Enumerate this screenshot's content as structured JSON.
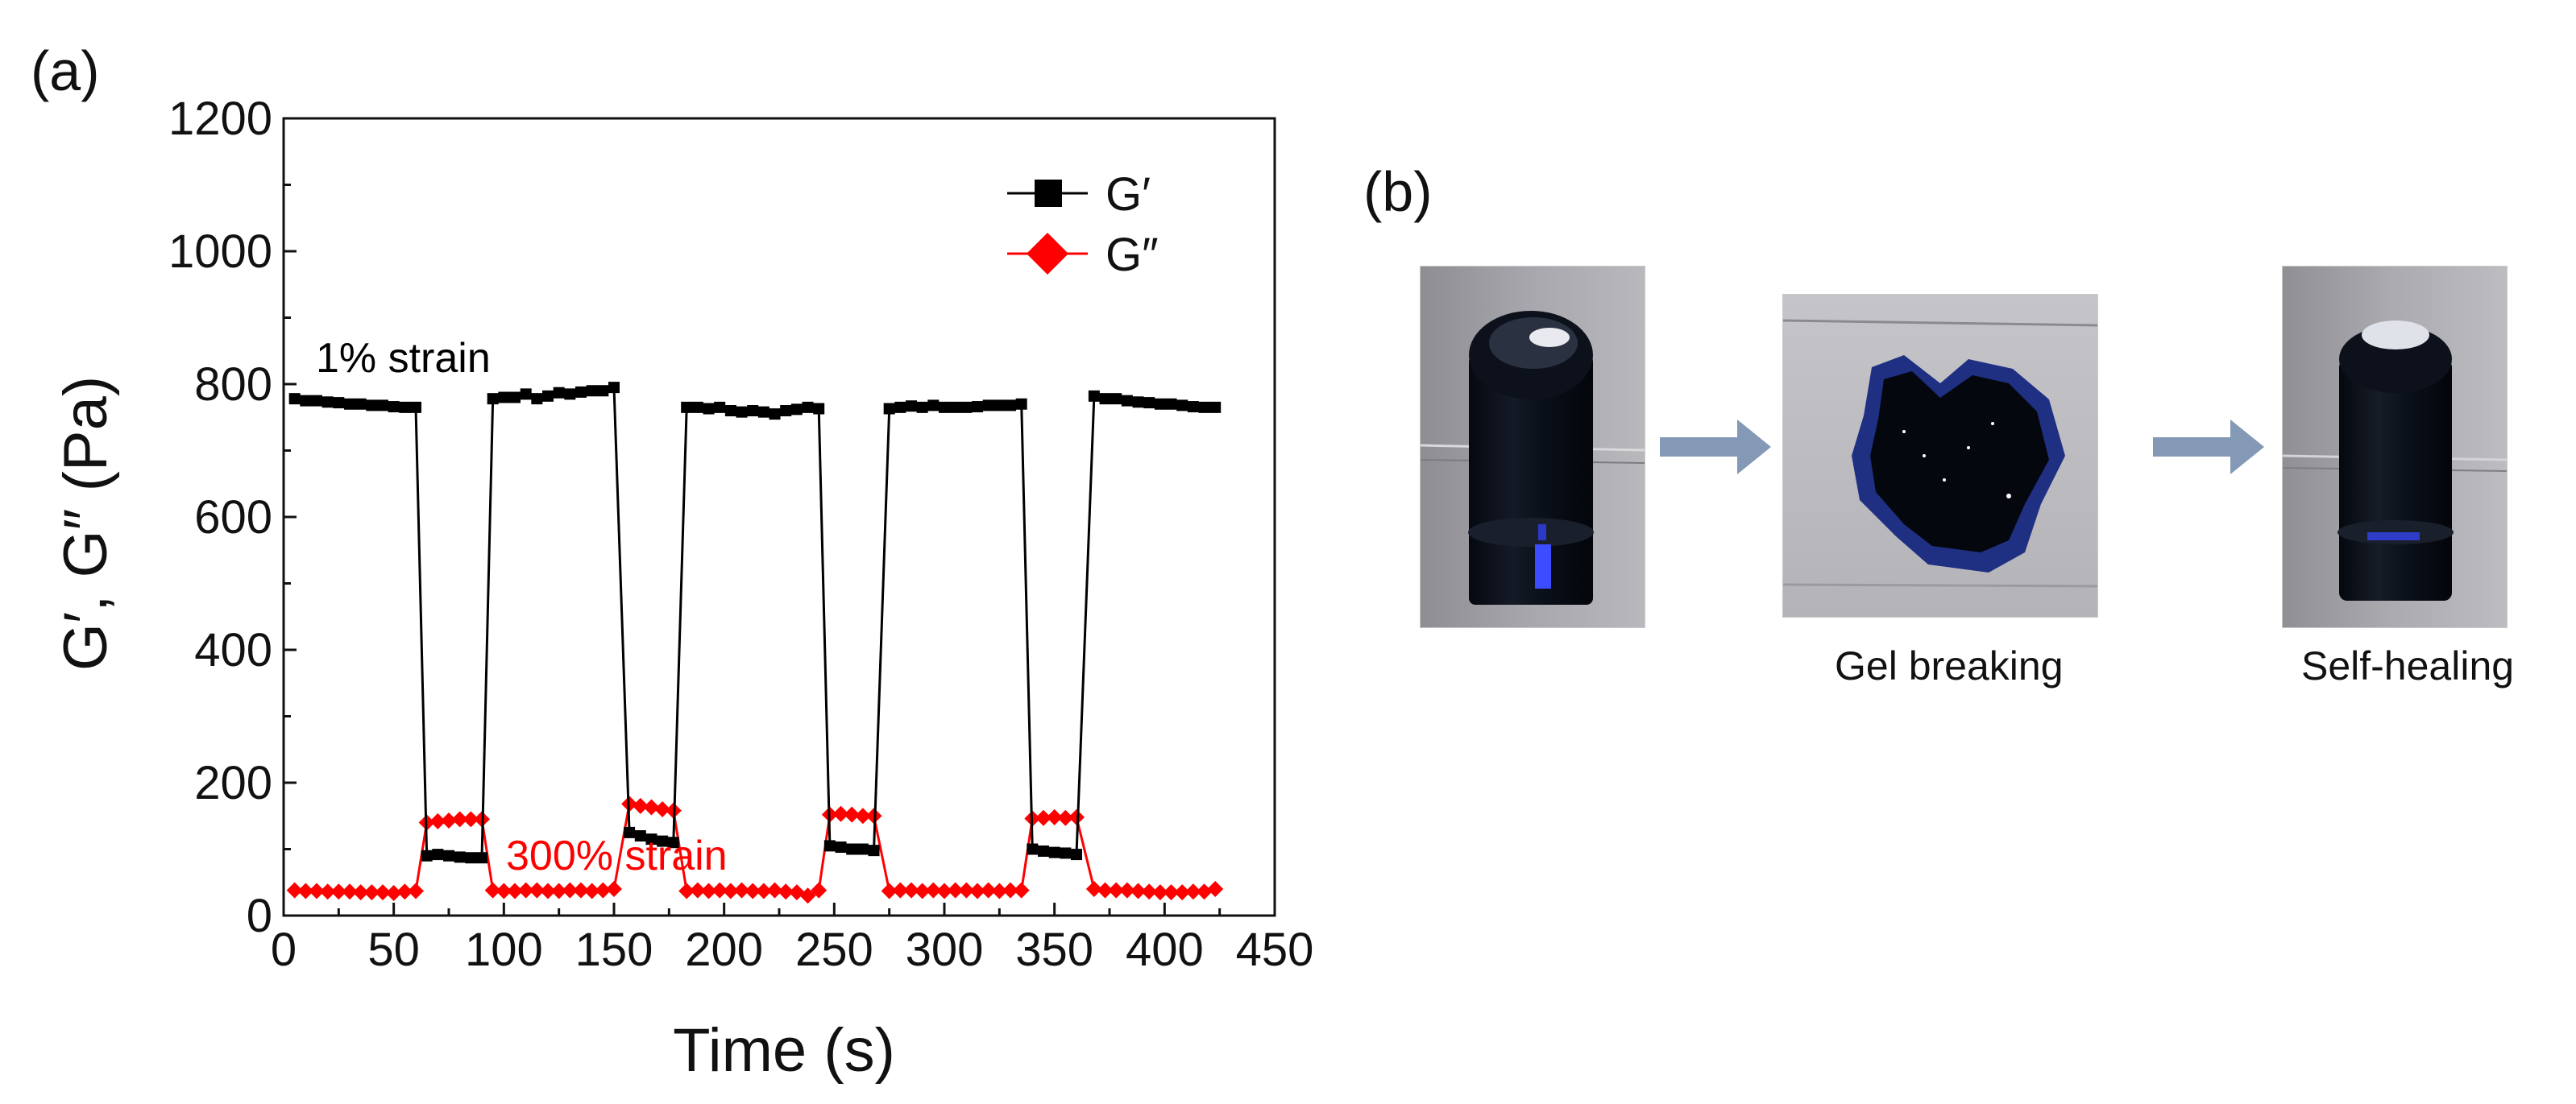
{
  "panels": {
    "a_label": "(a)",
    "b_label": "(b)"
  },
  "chart_data": {
    "type": "line",
    "xlabel": "Time (s)",
    "ylabel": "G′, G″ (Pa)",
    "xlim": [
      0,
      450
    ],
    "ylim": [
      0,
      1200
    ],
    "xticks": [
      0,
      50,
      100,
      150,
      200,
      250,
      300,
      350,
      400,
      450
    ],
    "yticks": [
      0,
      200,
      400,
      600,
      800,
      1000,
      1200
    ],
    "legend_position": "top-right",
    "grid": false,
    "annotations": [
      {
        "text": "1% strain",
        "color": "#000000"
      },
      {
        "text": "300% strain",
        "color": "#ff0000"
      }
    ],
    "series": [
      {
        "name": "G′",
        "color": "#000000",
        "marker": "square",
        "x": [
          5,
          10,
          15,
          20,
          25,
          30,
          35,
          40,
          45,
          50,
          55,
          60,
          65,
          70,
          75,
          80,
          85,
          90,
          95,
          100,
          105,
          110,
          115,
          120,
          125,
          130,
          135,
          140,
          145,
          150,
          157,
          162,
          167,
          172,
          177,
          183,
          188,
          193,
          198,
          203,
          208,
          213,
          218,
          223,
          228,
          233,
          238,
          243,
          248,
          253,
          258,
          263,
          268,
          275,
          280,
          285,
          290,
          295,
          300,
          305,
          310,
          315,
          320,
          325,
          330,
          335,
          340,
          345,
          350,
          355,
          360,
          368,
          373,
          378,
          383,
          388,
          393,
          398,
          403,
          408,
          413,
          418,
          423
        ],
        "y": [
          778,
          775,
          775,
          773,
          772,
          770,
          770,
          768,
          768,
          766,
          765,
          765,
          90,
          92,
          90,
          88,
          87,
          87,
          778,
          780,
          780,
          785,
          778,
          782,
          787,
          785,
          788,
          790,
          790,
          795,
          125,
          120,
          115,
          112,
          110,
          765,
          765,
          763,
          765,
          760,
          758,
          760,
          758,
          755,
          760,
          762,
          765,
          763,
          105,
          103,
          100,
          100,
          98,
          763,
          765,
          767,
          765,
          768,
          765,
          765,
          765,
          766,
          768,
          768,
          768,
          770,
          100,
          97,
          95,
          94,
          92,
          782,
          778,
          778,
          775,
          773,
          772,
          770,
          770,
          768,
          766,
          765,
          765
        ]
      },
      {
        "name": "G″",
        "color": "#ff0000",
        "marker": "diamond",
        "x": [
          5,
          10,
          15,
          20,
          25,
          30,
          35,
          40,
          45,
          50,
          55,
          60,
          65,
          70,
          75,
          80,
          85,
          90,
          95,
          100,
          105,
          110,
          115,
          120,
          125,
          130,
          135,
          140,
          145,
          150,
          157,
          162,
          167,
          172,
          177,
          183,
          188,
          193,
          198,
          203,
          208,
          213,
          218,
          223,
          228,
          233,
          238,
          243,
          248,
          253,
          258,
          263,
          268,
          275,
          280,
          285,
          290,
          295,
          300,
          305,
          310,
          315,
          320,
          325,
          330,
          335,
          340,
          345,
          350,
          355,
          360,
          368,
          373,
          378,
          383,
          388,
          393,
          398,
          403,
          408,
          413,
          418,
          423
        ],
        "y": [
          38,
          37,
          37,
          36,
          36,
          36,
          35,
          35,
          35,
          34,
          36,
          37,
          140,
          142,
          143,
          145,
          145,
          145,
          38,
          37,
          37,
          38,
          38,
          37,
          37,
          38,
          38,
          37,
          38,
          40,
          168,
          165,
          163,
          160,
          158,
          37,
          38,
          37,
          38,
          37,
          38,
          37,
          37,
          38,
          36,
          35,
          30,
          38,
          152,
          153,
          152,
          150,
          150,
          37,
          38,
          38,
          37,
          38,
          37,
          38,
          38,
          37,
          38,
          37,
          38,
          38,
          146,
          147,
          148,
          147,
          148,
          40,
          38,
          38,
          38,
          37,
          36,
          35,
          35,
          35,
          36,
          36,
          40
        ]
      }
    ]
  },
  "photos": [
    {
      "caption": ""
    },
    {
      "caption": "Gel breaking"
    },
    {
      "caption": "Self-healing"
    }
  ],
  "arrow_color": "#8499b5"
}
